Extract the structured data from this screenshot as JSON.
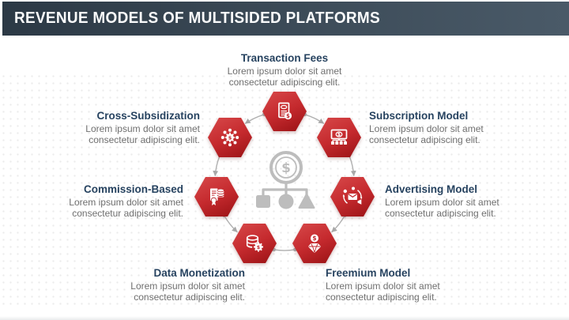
{
  "header": {
    "title": "REVENUE MODELS OF MULTISIDED PLATFORMS"
  },
  "colors": {
    "header_dark": "#2c3945",
    "header_light": "#4a5a68",
    "accent_red": "#c52a2e",
    "title_navy": "#274360",
    "body_gray": "#6f6f6f",
    "connector_gray": "#b0b0b0",
    "center_gray": "#bdbdbd"
  },
  "center": {
    "icon": "platform-money-structure-icon"
  },
  "items": [
    {
      "id": "transaction-fees",
      "title": "Transaction Fees",
      "desc1": "Lorem ipsum dolor sit amet",
      "desc2": "consectetur adipiscing elit.",
      "icon": "receipt-dollar-icon",
      "position": "top"
    },
    {
      "id": "subscription-model",
      "title": "Subscription Model",
      "desc1": "Lorem ipsum dolor sit amet",
      "desc2": "consectetur adipiscing elit.",
      "icon": "banknote-network-icon",
      "position": "upper-right"
    },
    {
      "id": "advertising-model",
      "title": "Advertising Model",
      "desc1": "Lorem ipsum dolor sit amet",
      "desc2": "consectetur adipiscing elit.",
      "icon": "campaign-envelope-icon",
      "position": "lower-right"
    },
    {
      "id": "freemium-model",
      "title": "Freemium Model",
      "desc1": "Lorem ipsum dolor sit amet",
      "desc2": "consectetur adipiscing elit.",
      "icon": "dollar-diamond-icon",
      "position": "bottom-right"
    },
    {
      "id": "data-monetization",
      "title": "Data Monetization",
      "desc1": "Lorem ipsum dolor sit amet",
      "desc2": "consectetur adipiscing elit.",
      "icon": "database-gear-icon",
      "position": "bottom-left"
    },
    {
      "id": "commission-based",
      "title": "Commission-Based",
      "desc1": "Lorem ipsum dolor sit amet",
      "desc2": "consectetur adipiscing elit.",
      "icon": "certificate-coins-icon",
      "position": "lower-left"
    },
    {
      "id": "cross-subsidization",
      "title": "Cross-Subsidization",
      "desc1": "Lorem ipsum dolor sit amet",
      "desc2": "consectetur adipiscing elit.",
      "icon": "dollar-hub-icon",
      "position": "upper-left"
    }
  ]
}
